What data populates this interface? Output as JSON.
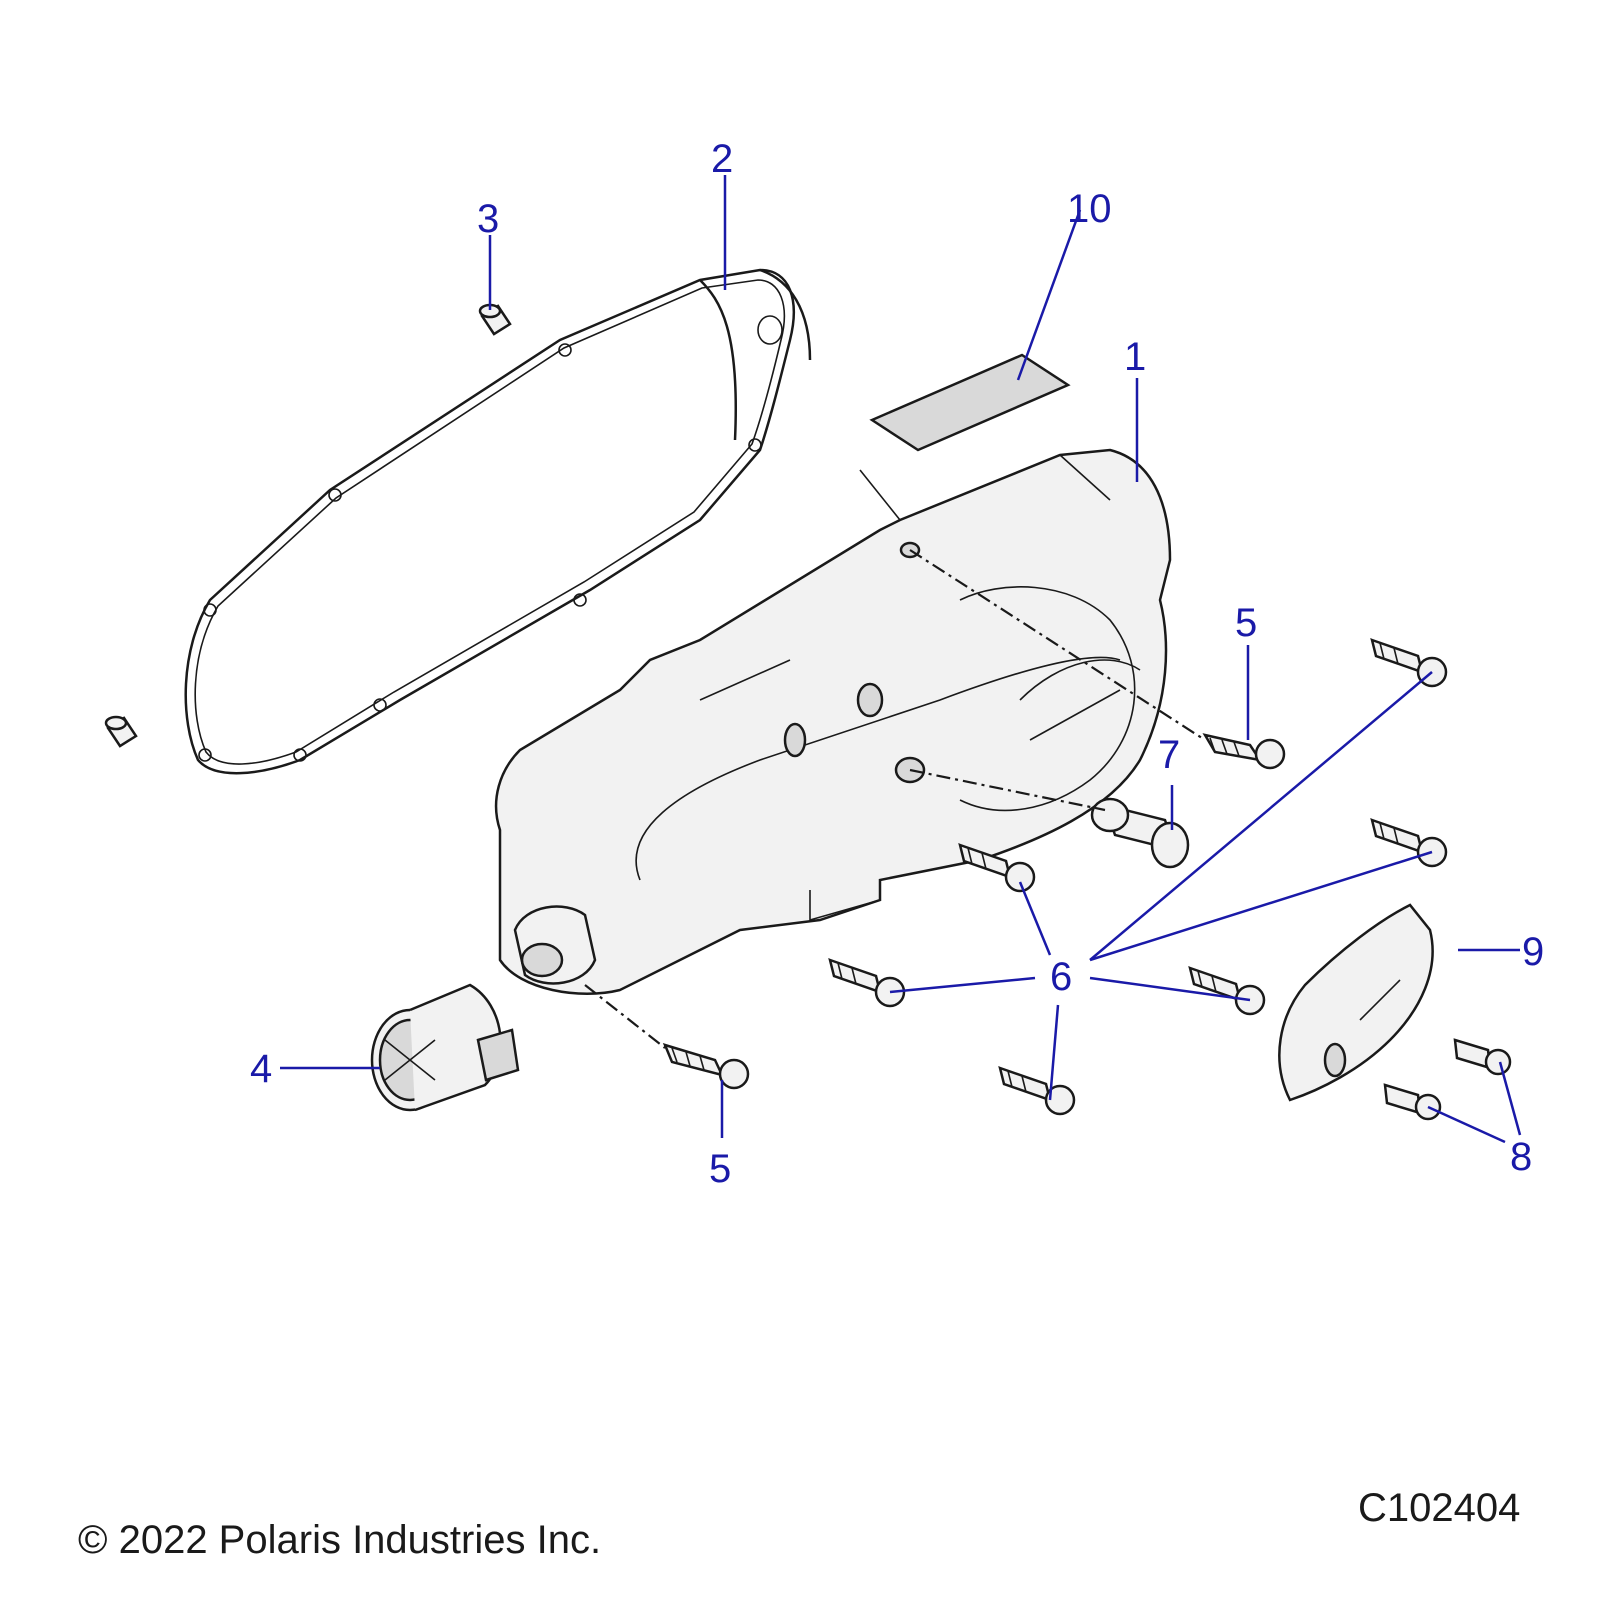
{
  "callouts": {
    "c1": "1",
    "c2": "2",
    "c3": "3",
    "c4": "4",
    "c5a": "5",
    "c5b": "5",
    "c6": "6",
    "c7": "7",
    "c8": "8",
    "c9": "9",
    "c10": "10"
  },
  "footer": {
    "copyright": "© 2022 Polaris Industries Inc.",
    "figure_id": "C102404"
  },
  "colors": {
    "callout": "#1a1aa8",
    "line_art": "#1a1a1a",
    "part_fill": "#f2f2f2"
  }
}
